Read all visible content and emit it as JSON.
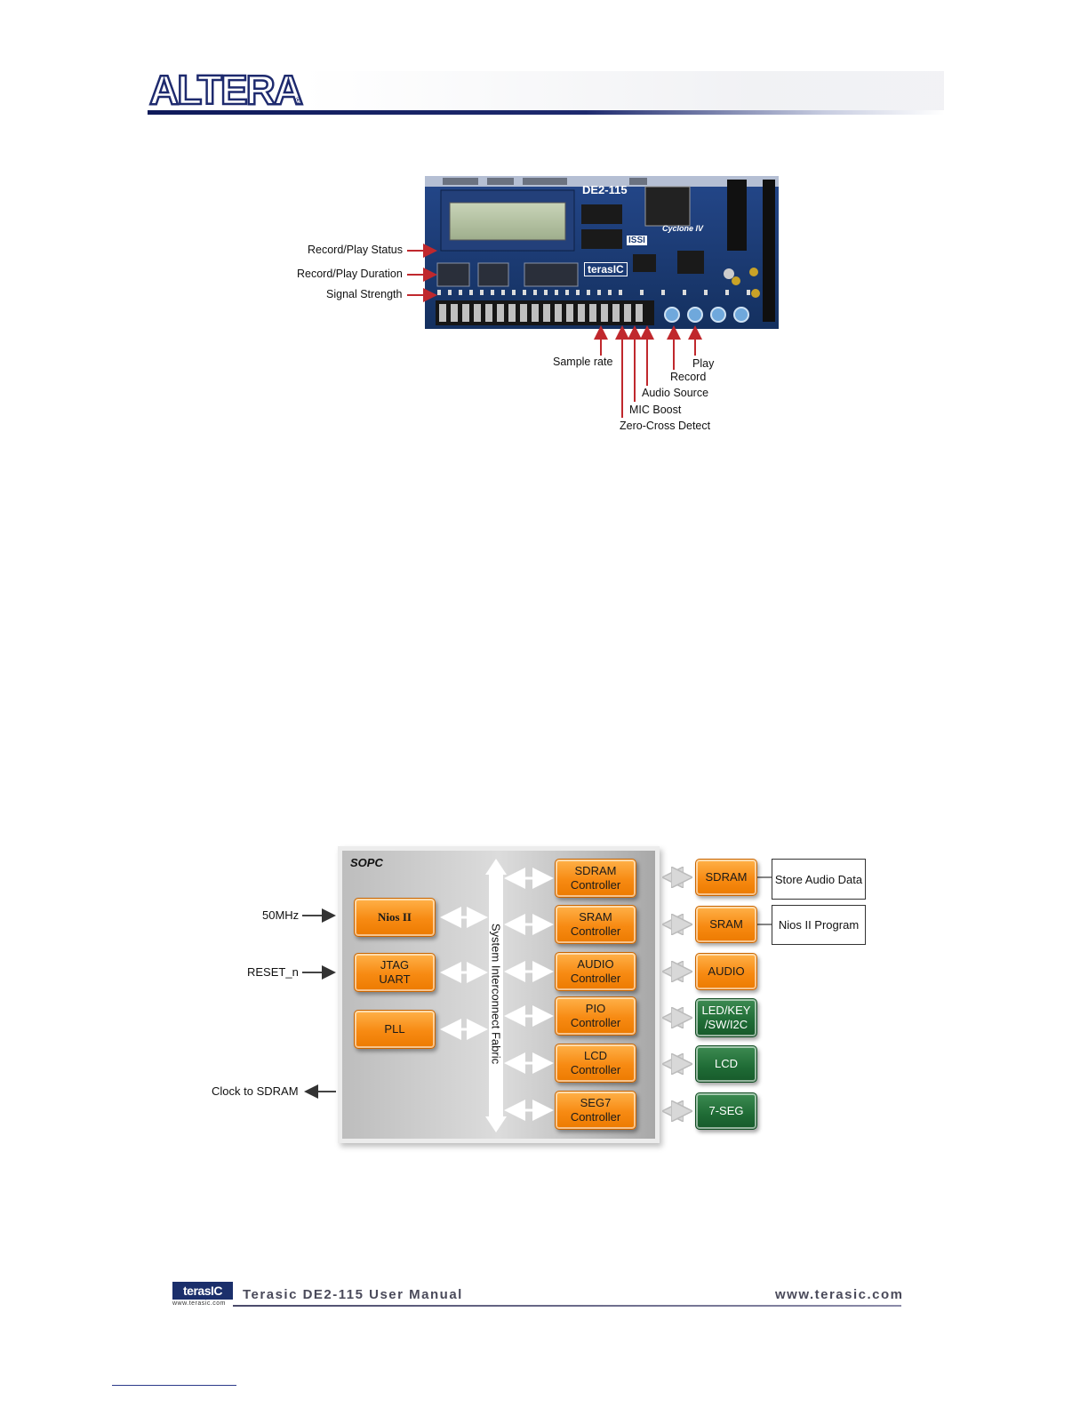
{
  "header": {
    "logo": "ALTERA"
  },
  "figure1": {
    "board_label": "DE2-115",
    "logo_board": "terasIC",
    "chip_label": "Cyclone IV",
    "issi_label": "ISSI",
    "callouts_left": [
      "Record/Play Status",
      "Record/Play Duration",
      "Signal Strength"
    ],
    "callouts_bottom": {
      "sample_rate": "Sample rate",
      "play": "Play",
      "record": "Record",
      "audio_source": "Audio Source",
      "mic_boost": "MIC Boost",
      "zero_cross": "Zero-Cross Detect"
    }
  },
  "figure2": {
    "sopc_title": "SOPC",
    "bus_label": "System Interconnect Fabric",
    "inputs": {
      "clk": "50MHz",
      "reset": "RESET_n",
      "clock_out": "Clock to SDRAM"
    },
    "left_blocks": [
      "Nios II",
      "JTAG\nUART",
      "PLL"
    ],
    "controllers": [
      "SDRAM\nController",
      "SRAM\nController",
      "AUDIO\nController",
      "PIO\nController",
      "LCD\nController",
      "SEG7\nController"
    ],
    "devices": [
      "SDRAM",
      "SRAM",
      "AUDIO",
      "LED/KEY\n/SW/I2C",
      "LCD",
      "7-SEG"
    ],
    "notes": [
      "Store Audio Data",
      "Nios II Program"
    ]
  },
  "footer": {
    "logo": "terasIC",
    "logo_url": "www.terasic.com",
    "manual": "Terasic DE2-115 User Manual",
    "url": "www.terasic.com"
  },
  "colors": {
    "orange": "#f78a12",
    "green": "#1f6b35",
    "board_blue": "#1b3a73",
    "accent_red": "#c0282d"
  }
}
